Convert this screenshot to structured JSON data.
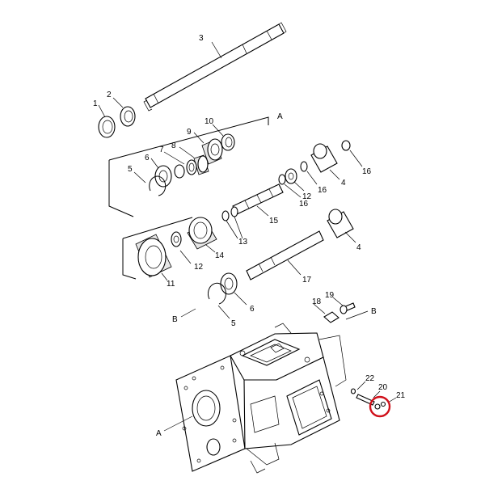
{
  "diagram": {
    "section_labels": {
      "A_top": "A",
      "A_bottom": "A",
      "B_left": "B",
      "B_right": "B"
    },
    "callouts": [
      "1",
      "2",
      "3",
      "4",
      "4",
      "5",
      "5",
      "6",
      "6",
      "7",
      "8",
      "9",
      "10",
      "11",
      "12",
      "12",
      "13",
      "14",
      "15",
      "16",
      "16",
      "16",
      "17",
      "18",
      "19",
      "20",
      "21",
      "22"
    ],
    "highlight_color": "#d0101a"
  }
}
